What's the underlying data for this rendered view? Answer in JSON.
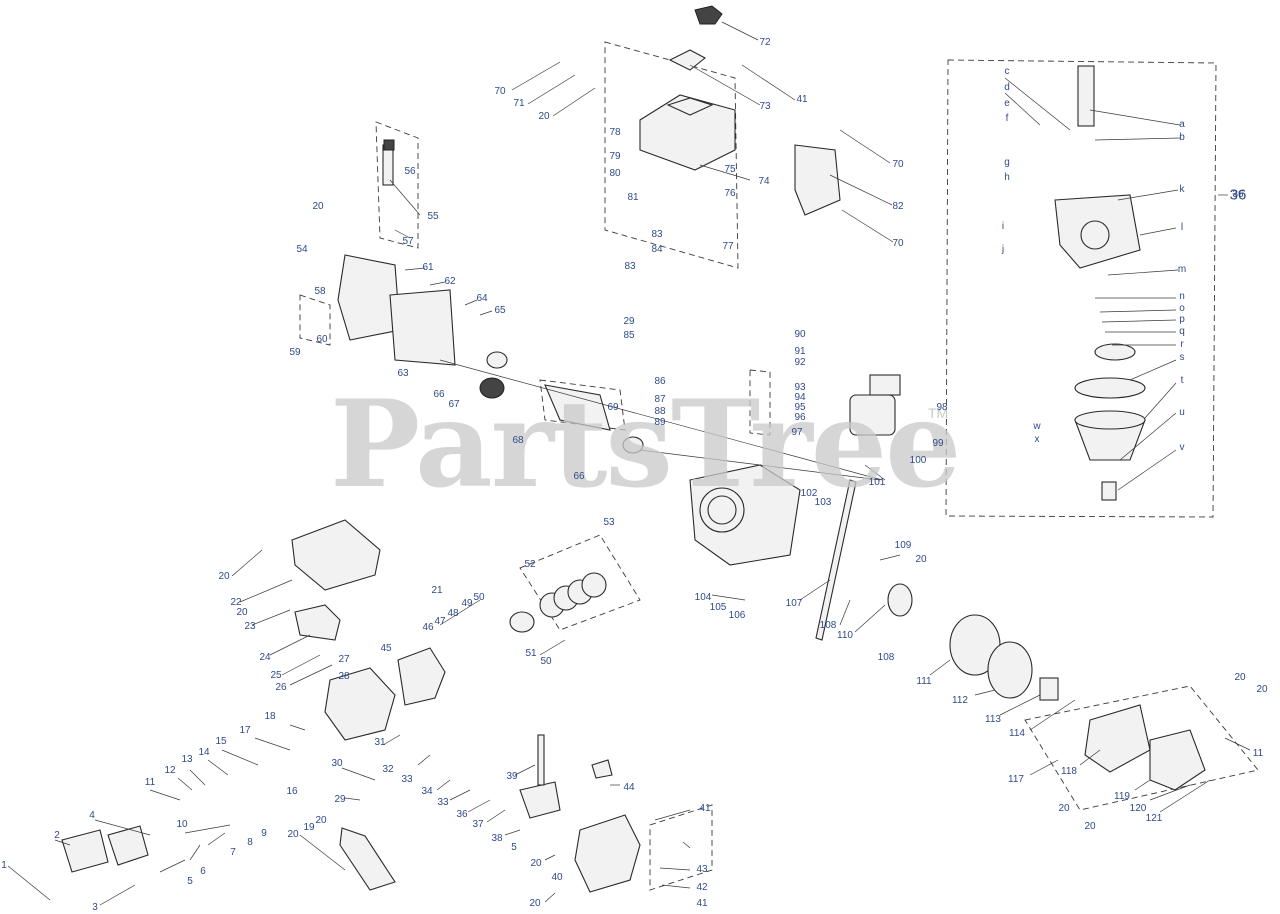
{
  "watermark": {
    "text": "PartsTree",
    "trademark": "TM"
  },
  "colors": {
    "label": "#2f4a8a",
    "line": "#2a2a2a",
    "watermark": "#c9c9c9"
  },
  "carburetor_group": {
    "ref": "36"
  },
  "callouts": [
    "72",
    "70",
    "71",
    "73",
    "41",
    "20",
    "78",
    "79",
    "80",
    "81",
    "75",
    "74",
    "76",
    "77",
    "70",
    "82",
    "70",
    "83",
    "84",
    "83",
    "56",
    "55",
    "57",
    "20",
    "54",
    "58",
    "61",
    "62",
    "64",
    "65",
    "60",
    "59",
    "63",
    "66",
    "67",
    "69",
    "68",
    "66",
    "29",
    "85",
    "90",
    "91",
    "92",
    "86",
    "87",
    "88",
    "89",
    "93",
    "94",
    "95",
    "96",
    "97",
    "98",
    "99",
    "100",
    "101",
    "102",
    "103",
    "c",
    "d",
    "e",
    "f",
    "a",
    "b",
    "g",
    "h",
    "k",
    "36",
    "i",
    "j",
    "l",
    "m",
    "n",
    "o",
    "p",
    "q",
    "r",
    "s",
    "t",
    "u",
    "w",
    "x",
    "v",
    "20",
    "22",
    "20",
    "23",
    "21",
    "24",
    "25",
    "26",
    "27",
    "28",
    "45",
    "50",
    "49",
    "48",
    "47",
    "46",
    "51",
    "50",
    "52",
    "53",
    "104",
    "105",
    "106",
    "107",
    "108",
    "109",
    "20",
    "110",
    "108",
    "111",
    "112",
    "113",
    "114",
    "20",
    "20",
    "11",
    "117",
    "118",
    "119",
    "120",
    "121",
    "20",
    "20",
    "18",
    "17",
    "15",
    "14",
    "13",
    "12",
    "11",
    "16",
    "10",
    "9",
    "8",
    "7",
    "6",
    "5",
    "4",
    "2",
    "1",
    "3",
    "19",
    "20",
    "20",
    "30",
    "29",
    "31",
    "32",
    "33",
    "34",
    "33",
    "36",
    "37",
    "38",
    "39",
    "5",
    "20",
    "40",
    "44",
    "41",
    "43",
    "42",
    "41",
    "20"
  ]
}
